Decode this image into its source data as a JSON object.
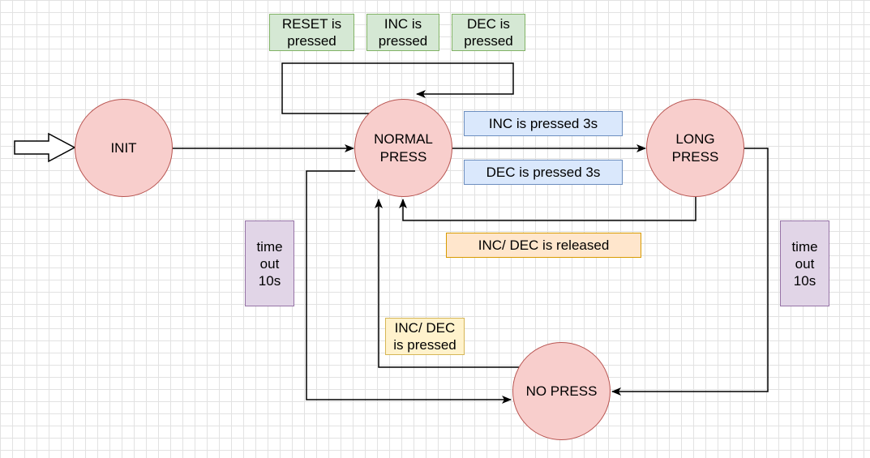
{
  "states": {
    "init": "INIT",
    "normal_press": "NORMAL\nPRESS",
    "long_press": "LONG\nPRESS",
    "no_press": "NO PRESS"
  },
  "transition_labels": {
    "reset_pressed": "RESET is\npressed",
    "inc_pressed": "INC is\npressed",
    "dec_pressed": "DEC is\npressed",
    "inc_pressed_3s": "INC is pressed 3s",
    "dec_pressed_3s": "DEC is pressed 3s",
    "inc_dec_released": "INC/ DEC is released",
    "timeout_left": "time\nout\n10s",
    "timeout_right": "time\nout\n10s",
    "inc_dec_pressed": "INC/ DEC\nis pressed"
  },
  "colors": {
    "state_fill": "#f8cecc",
    "state_stroke": "#b85450",
    "green_fill": "#d5e8d4",
    "blue_fill": "#dae8fc",
    "orange_fill": "#ffe6cc",
    "yellow_fill": "#fff2cc",
    "purple_fill": "#e1d5e7"
  }
}
